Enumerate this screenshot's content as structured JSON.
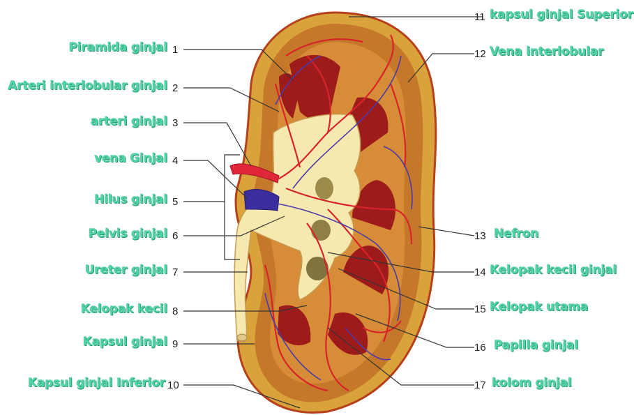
{
  "labels_left": [
    {
      "num": "1",
      "text": "Piramida ginjal"
    },
    {
      "num": "2",
      "text": "Arteri interlobular ginjal"
    },
    {
      "num": "3",
      "text": "arteri ginjal"
    },
    {
      "num": "4",
      "text": "vena Ginjal"
    },
    {
      "num": "5",
      "text": "Hilus ginjal"
    },
    {
      "num": "6",
      "text": "Pelvis ginjal"
    },
    {
      "num": "7",
      "text": "Ureter ginjal"
    },
    {
      "num": "8",
      "text": "Kelopak kecil"
    },
    {
      "num": "9",
      "text": "Kapsul ginjal"
    },
    {
      "num": "10",
      "text": "Kapsul ginjal Inferior"
    }
  ],
  "labels_right": [
    {
      "num": "11",
      "text": "kapsul ginjal Superior"
    },
    {
      "num": "12",
      "text": "Vena interlobular"
    },
    {
      "num": "13",
      "text": "Nefron"
    },
    {
      "num": "14",
      "text": "Kelopak kecil ginjal"
    },
    {
      "num": "15",
      "text": "Kelopak utama"
    },
    {
      "num": "16",
      "text": "Papilla ginjal"
    },
    {
      "num": "17",
      "text": "kolom ginjal"
    }
  ],
  "colors": {
    "label": "#4fd4a6",
    "capsule": "#d9a23a",
    "cortex": "#c6782a",
    "pyramid": "#9e1b1b",
    "pelvis": "#f6e9b0",
    "artery": "#d8232a",
    "vein": "#4a3aa8",
    "leader": "#333333"
  }
}
